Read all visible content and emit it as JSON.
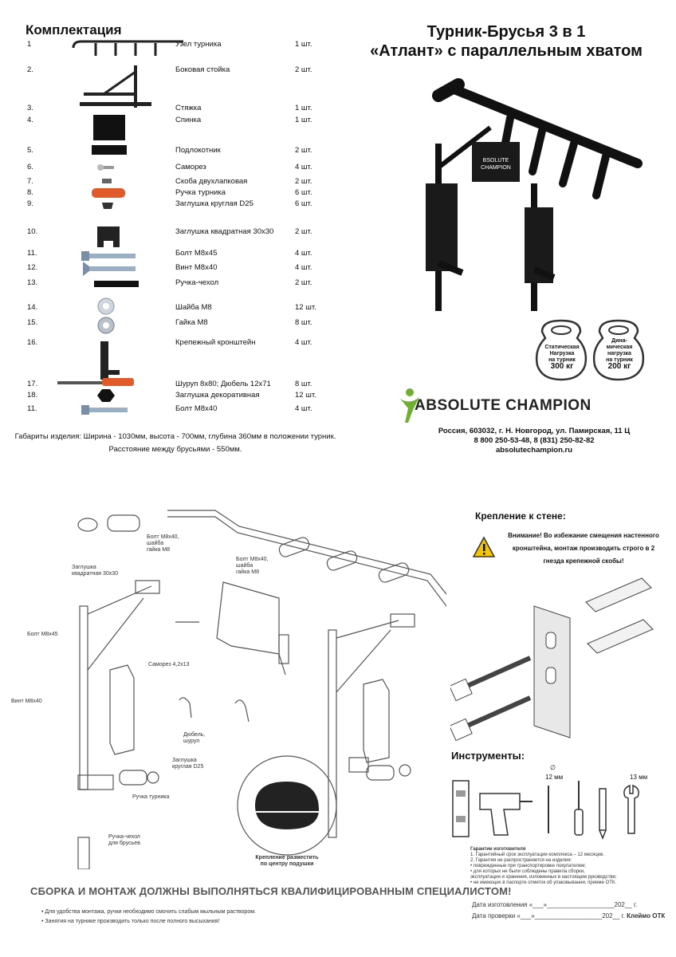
{
  "kit_heading": "Комплектация",
  "product_title": {
    "line1": "Турник-Брусья 3 в 1",
    "line2": "«Атлант» с параллельным хватом"
  },
  "kit_items": [
    {
      "n": "1",
      "name": "Узел турника",
      "qty": "1 шт."
    },
    {
      "n": "2.",
      "name": "Боковая стойка",
      "qty": "2 шт."
    },
    {
      "n": "3.",
      "name": "Стяжка",
      "qty": "1 шт."
    },
    {
      "n": "4.",
      "name": "Спинка",
      "qty": "1 шт."
    },
    {
      "n": "5.",
      "name": "Подлокотник",
      "qty": "2 шт."
    },
    {
      "n": "6.",
      "name": "Саморез",
      "qty": "4 шт."
    },
    {
      "n": "7.",
      "name": "Скоба двухлапковая",
      "qty": "2 шт."
    },
    {
      "n": "8.",
      "name": "Ручка турника",
      "qty": "6 шт."
    },
    {
      "n": "9.",
      "name": "Заглушка круглая D25",
      "qty": "6 шт."
    },
    {
      "n": "10.",
      "name": "Заглушка квадратная 30х30",
      "qty": "2 шт."
    },
    {
      "n": "11.",
      "name": "Болт М8х45",
      "qty": "4 шт."
    },
    {
      "n": "12.",
      "name": "Винт М8х40",
      "qty": "4 шт."
    },
    {
      "n": "13.",
      "name": "Ручка-чехол",
      "qty": "2 шт."
    },
    {
      "n": "14.",
      "name": "Шайба М8",
      "qty": "12 шт."
    },
    {
      "n": "15.",
      "name": "Гайка М8",
      "qty": "8 шт."
    },
    {
      "n": "16.",
      "name": "Крепежный кронштейн",
      "qty": "4 шт."
    },
    {
      "n": "17.",
      "name": "Шуруп 8х80; Дюбель 12х71",
      "qty": "8 шт."
    },
    {
      "n": "18.",
      "name": "Заглушка декоративная",
      "qty": "12 шт."
    },
    {
      "n": "11.",
      "name": "Болт М8х40",
      "qty": "4 шт."
    }
  ],
  "dimensions": {
    "line1": "Габариты изделия: Ширина - 1030мм, высота - 700мм, глубина 360мм в положении турник.",
    "line2": "Расстояние между брусьями - 550мм."
  },
  "loads": {
    "static": {
      "l1": "Статическая",
      "l2": "Нагрузка",
      "l3": "на турник",
      "value": "300 кг"
    },
    "dynamic": {
      "l1": "Дина-",
      "l2": "мическая",
      "l3": "нагрузка",
      "l4": "на турник",
      "value": "200 кг"
    }
  },
  "brand": "ABSOLUTE CHAMPION",
  "pad_logo": {
    "l1": "BSOLUTE",
    "l2": "CHAMPION"
  },
  "address": {
    "line1": "Россия, 603032, г. Н. Новгород, ул. Памирская, 11 Ц",
    "line2": "8 800 250-53-48, 8 (831) 250-82-82",
    "line3": "absolutechampion.ru"
  },
  "diagram_labels": {
    "bolt_washer_nut_1": "Болт М8х40,\nшайба\nгайка М8",
    "bolt_washer_nut_2": "Болт М8х40,\nшайба\nгайка М8",
    "square_plug": "Заглушка\nквадратная 30х30",
    "bolt_m8x45": "Болт М8х45",
    "screw_m8x40": "Винт М8х40",
    "self_tap": "Саморез 4,2х13",
    "dowel": "Дюбель,\nшуруп",
    "round_plug": "Заглушка\nкруглая D25",
    "bar_handle": "Ручка турника",
    "cover_handle": "Ручка-чехол\nдля брусьев",
    "cushion_mount": "Крепление разместить\nпо центру подушки"
  },
  "wall_mount": {
    "title": "Крепление к стене:",
    "warning": "Внимание! Во избежание смещения настенного кронштейна, монтаж производить строго в 2 гнезда крепежной скобы!"
  },
  "tools": {
    "title": "Инструменты:",
    "size_12": "12 мм",
    "size_13": "13 мм",
    "diameter": "∅"
  },
  "notice": "СБОРКА И МОНТАЖ ДОЛЖНЫ ВЫПОЛНЯТЬСЯ КВАЛИФИЦИРОВАННЫМ СПЕЦИАЛИСТОМ!",
  "bullets": [
    "Для удобства монтажа, ручки необходимо смочить слабым мыльным раствором.",
    "Занятия на турнике производить только после полного высыхания!"
  ],
  "guarantee": {
    "title": "Гарантии изготовителя",
    "p1": "1.    Гарантийный срок эксплуатации комплекса – 12 месяцев.",
    "p2": "2.    Гарантия не распространяется на изделия:",
    "p3": "• поврежденные при транспортировке покупателем;",
    "p4": "• для которых не были соблюдены правила сборки,",
    "p5": "  эксплуатации и хранения, изложенных в настоящем руководстве;",
    "p6": "• не имеющих в паспорте отметок об упаковывании, приеме ОТК."
  },
  "date_made": "Дата изготовления «___»___________________202__ г.",
  "date_check": "Дата проверки «___»___________________202__ г.",
  "otk_stamp": "Клеймо ОТК",
  "colors": {
    "accent_green": "#6fae2e",
    "plug_orange": "#e05a2a",
    "warning_yellow": "#f5c400"
  }
}
